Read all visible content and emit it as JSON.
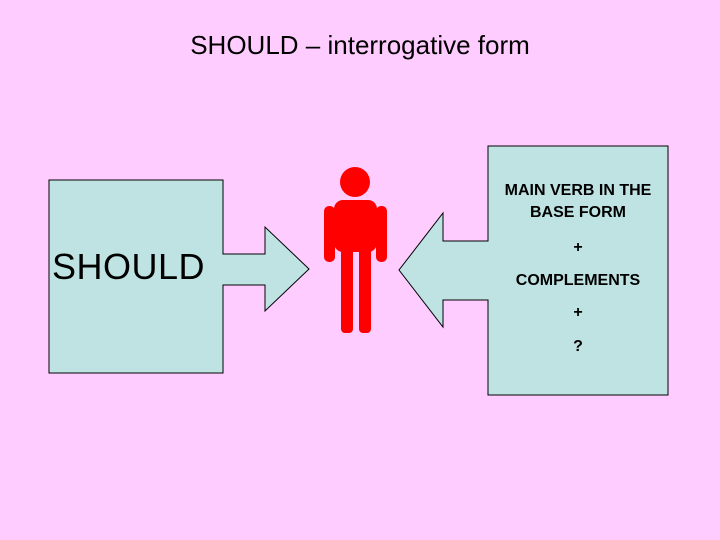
{
  "title": "SHOULD – interrogative form",
  "left_box": {
    "label": "SHOULD"
  },
  "right_box": {
    "main_verb": "MAIN VERB IN THE BASE FORM",
    "plus_1": "+",
    "complements": "COMPLEMENTS",
    "plus_2": "+",
    "question_mark": "?"
  },
  "colors": {
    "background": "#ffccff",
    "box_fill": "#bfe3e3",
    "figure": "#ff0000"
  },
  "icons": {
    "person": "person-icon"
  }
}
